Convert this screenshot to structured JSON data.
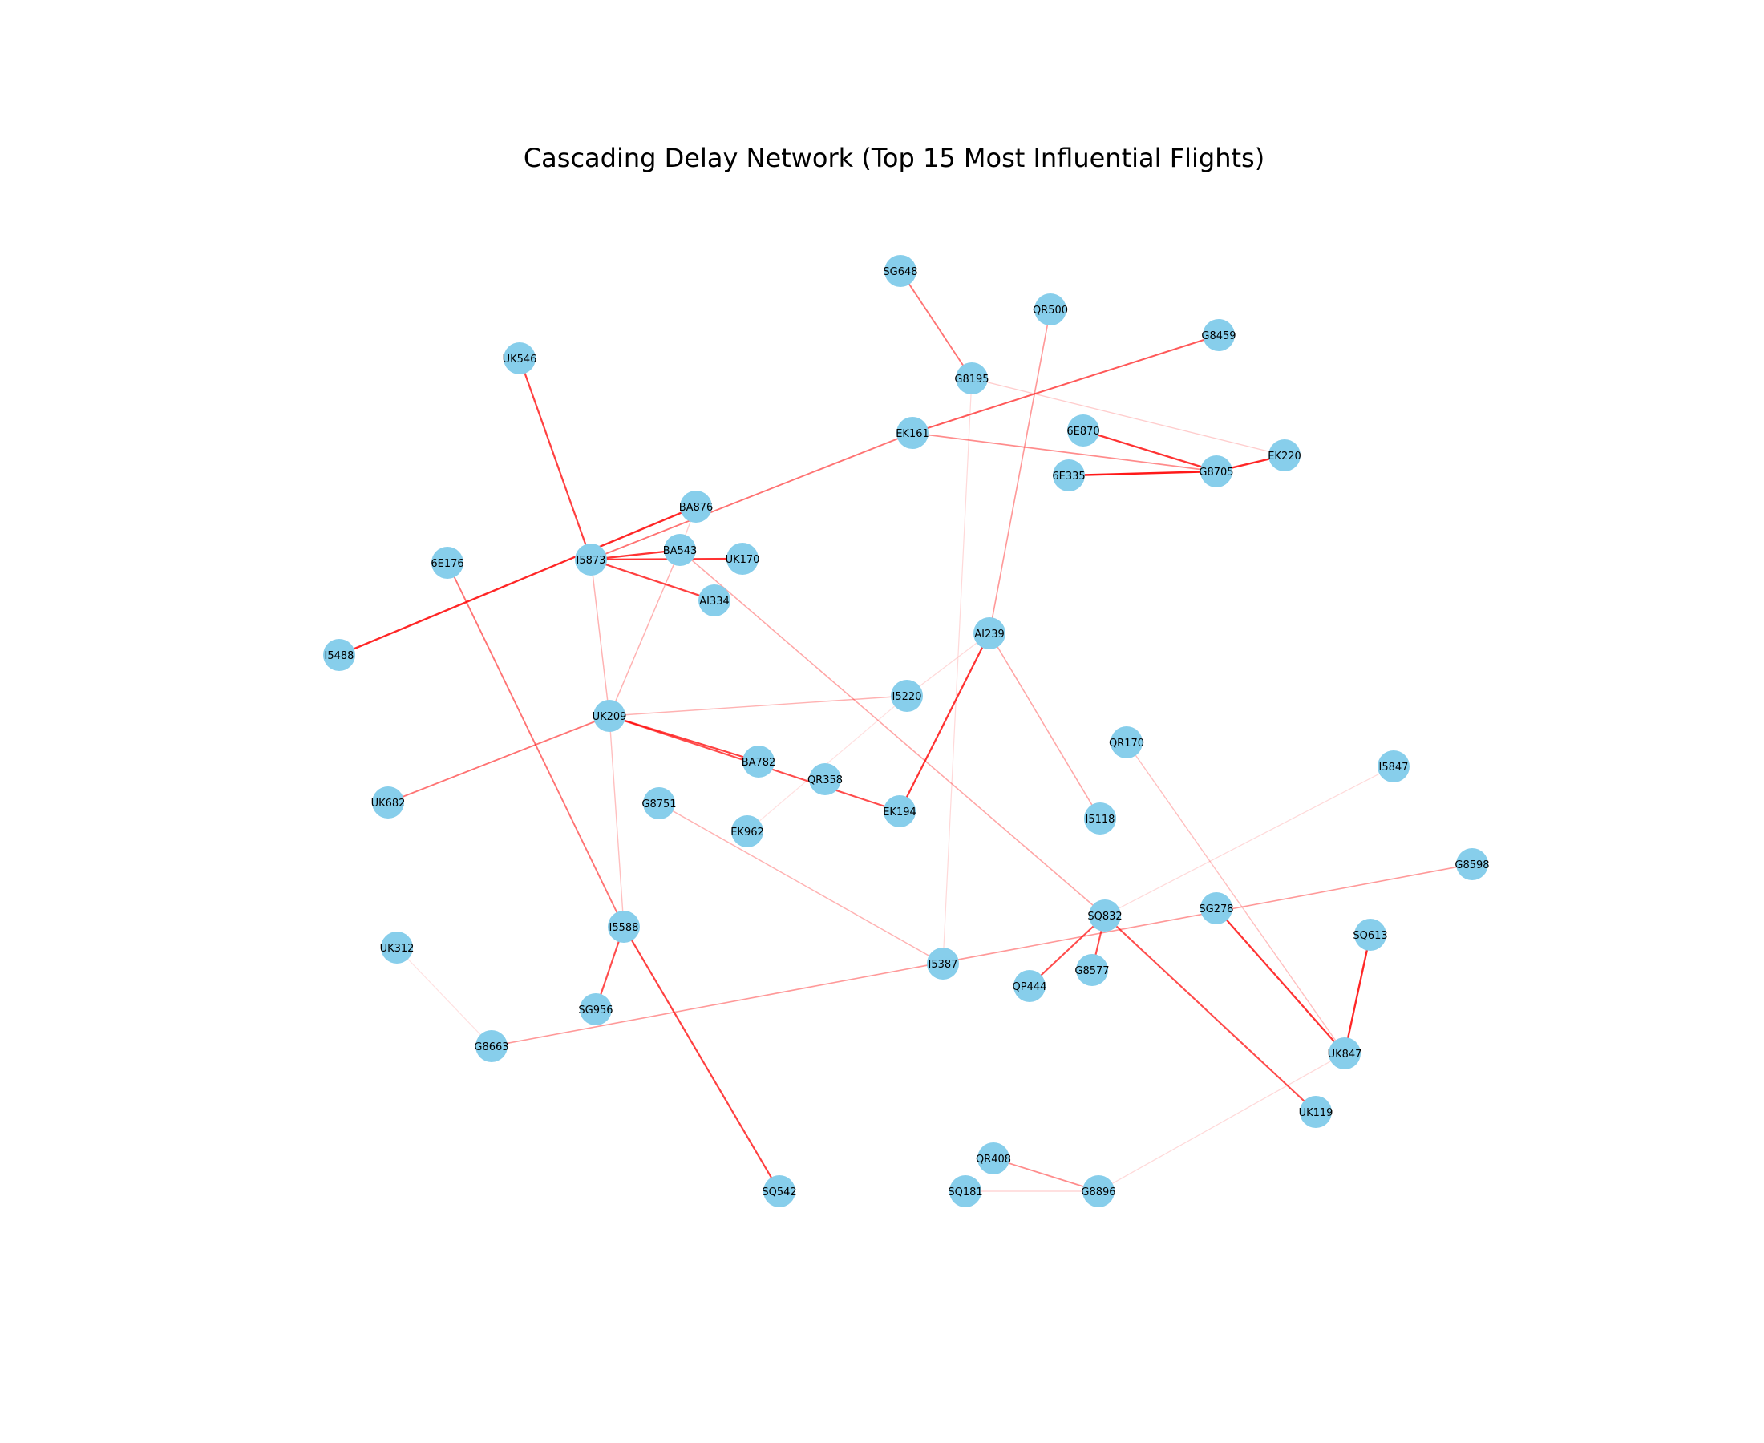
{
  "title": "Cascading Delay Network (Top 15 Most Influential Flights)",
  "colors": {
    "node": "#87ceeb",
    "edge": "#ff0000",
    "background": "#ffffff"
  },
  "nodes": [
    "SG648",
    "QR500",
    "G8459",
    "UK546",
    "G8195",
    "EK161",
    "6E870",
    "EK220",
    "G8705",
    "6E335",
    "BA876",
    "6E176",
    "I5873",
    "BA543",
    "UK170",
    "AI334",
    "I5488",
    "AI239",
    "I5220",
    "UK209",
    "QR170",
    "I5847",
    "BA782",
    "QR358",
    "UK682",
    "G8751",
    "EK194",
    "EK962",
    "I5118",
    "G8598",
    "SQ832",
    "SG278",
    "SQ613",
    "UK312",
    "I5588",
    "I5387",
    "G8577",
    "QP444",
    "SG956",
    "G8663",
    "UK847",
    "UK119",
    "QR408",
    "SQ542",
    "SQ181",
    "G8896"
  ],
  "edges": [
    {
      "source": "UK546",
      "target": "I5873",
      "weight": 0.75
    },
    {
      "source": "I5488",
      "target": "BA876",
      "weight": 0.85
    },
    {
      "source": "I5873",
      "target": "BA543",
      "weight": 0.8
    },
    {
      "source": "I5873",
      "target": "UK170",
      "weight": 0.8
    },
    {
      "source": "I5873",
      "target": "AI334",
      "weight": 0.75
    },
    {
      "source": "I5873",
      "target": "EK161",
      "weight": 0.55
    },
    {
      "source": "I5873",
      "target": "UK209",
      "weight": 0.3
    },
    {
      "source": "BA876",
      "target": "BA543",
      "weight": 0.2
    },
    {
      "source": "BA543",
      "target": "UK209",
      "weight": 0.3
    },
    {
      "source": "BA543",
      "target": "SQ832",
      "weight": 0.35
    },
    {
      "source": "SG648",
      "target": "G8195",
      "weight": 0.55
    },
    {
      "source": "G8195",
      "target": "EK220",
      "weight": 0.2
    },
    {
      "source": "G8195",
      "target": "I5387",
      "weight": 0.15
    },
    {
      "source": "G8459",
      "target": "EK161",
      "weight": 0.65
    },
    {
      "source": "EK161",
      "target": "G8705",
      "weight": 0.45
    },
    {
      "source": "6E870",
      "target": "G8705",
      "weight": 0.8
    },
    {
      "source": "6E335",
      "target": "G8705",
      "weight": 0.9
    },
    {
      "source": "G8705",
      "target": "EK220",
      "weight": 0.85
    },
    {
      "source": "QR500",
      "target": "AI239",
      "weight": 0.4
    },
    {
      "source": "AI239",
      "target": "EK194",
      "weight": 0.8
    },
    {
      "source": "AI239",
      "target": "I5118",
      "weight": 0.35
    },
    {
      "source": "AI239",
      "target": "I5220",
      "weight": 0.15
    },
    {
      "source": "UK209",
      "target": "I5220",
      "weight": 0.3
    },
    {
      "source": "UK209",
      "target": "BA782",
      "weight": 0.75
    },
    {
      "source": "UK209",
      "target": "EK194",
      "weight": 0.7
    },
    {
      "source": "UK209",
      "target": "UK682",
      "weight": 0.55
    },
    {
      "source": "UK209",
      "target": "I5588",
      "weight": 0.25
    },
    {
      "source": "I5220",
      "target": "EK962",
      "weight": 0.12
    },
    {
      "source": "6E176",
      "target": "I5588",
      "weight": 0.55
    },
    {
      "source": "G8751",
      "target": "I5387",
      "weight": 0.3
    },
    {
      "source": "I5588",
      "target": "SG956",
      "weight": 0.7
    },
    {
      "source": "I5588",
      "target": "SQ542",
      "weight": 0.75
    },
    {
      "source": "SQ832",
      "target": "QP444",
      "weight": 0.7
    },
    {
      "source": "SQ832",
      "target": "G8577",
      "weight": 0.7
    },
    {
      "source": "SQ832",
      "target": "UK119",
      "weight": 0.7
    },
    {
      "source": "SQ832",
      "target": "I5847",
      "weight": 0.15
    },
    {
      "source": "G8598",
      "target": "G8663",
      "weight": 0.4
    },
    {
      "source": "SG278",
      "target": "UK847",
      "weight": 0.8
    },
    {
      "source": "SQ613",
      "target": "UK847",
      "weight": 0.85
    },
    {
      "source": "QR170",
      "target": "UK847",
      "weight": 0.25
    },
    {
      "source": "UK847",
      "target": "G8896",
      "weight": 0.15
    },
    {
      "source": "UK312",
      "target": "G8663",
      "weight": 0.12
    },
    {
      "source": "QR408",
      "target": "G8896",
      "weight": 0.45
    },
    {
      "source": "SQ181",
      "target": "G8896",
      "weight": 0.2
    }
  ]
}
